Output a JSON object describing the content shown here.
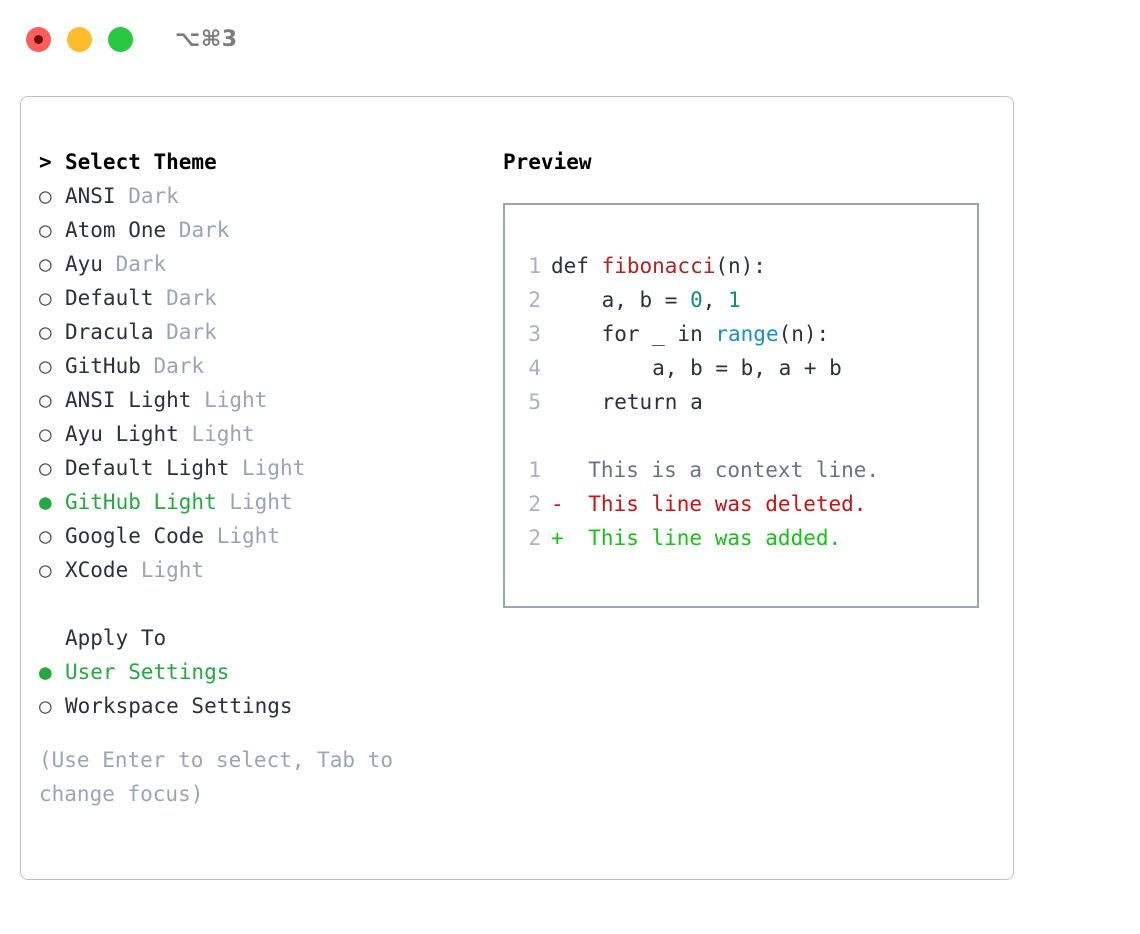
{
  "titlebar": {
    "shortcut": "⌥⌘3",
    "lights": [
      "close-red",
      "minimize-yellow",
      "maximize-green"
    ]
  },
  "theme_picker": {
    "heading": "Select Theme",
    "heading_marker": ">",
    "bullet_selected": "●",
    "bullet_unselected": "○",
    "items": [
      {
        "name": "ANSI",
        "variant": "Dark",
        "selected": false
      },
      {
        "name": "Atom One",
        "variant": "Dark",
        "selected": false
      },
      {
        "name": "Ayu",
        "variant": "Dark",
        "selected": false
      },
      {
        "name": "Default",
        "variant": "Dark",
        "selected": false
      },
      {
        "name": "Dracula",
        "variant": "Dark",
        "selected": false
      },
      {
        "name": "GitHub",
        "variant": "Dark",
        "selected": false
      },
      {
        "name": "ANSI Light",
        "variant": "Light",
        "selected": false
      },
      {
        "name": "Ayu Light",
        "variant": "Light",
        "selected": false
      },
      {
        "name": "Default Light",
        "variant": "Light",
        "selected": false
      },
      {
        "name": "GitHub Light",
        "variant": "Light",
        "selected": true
      },
      {
        "name": "Google Code",
        "variant": "Light",
        "selected": false
      },
      {
        "name": "XCode",
        "variant": "Light",
        "selected": false
      }
    ]
  },
  "apply_to": {
    "title": "Apply To",
    "options": [
      {
        "label": "User Settings",
        "selected": true
      },
      {
        "label": "Workspace Settings",
        "selected": false
      }
    ]
  },
  "hint": "(Use Enter to select, Tab to change focus)",
  "preview": {
    "title": "Preview",
    "code_lines": [
      {
        "number": "1",
        "tokens": [
          {
            "text": "def ",
            "type": "plain"
          },
          {
            "text": "fibonacci",
            "type": "fn"
          },
          {
            "text": "(n):",
            "type": "plain"
          }
        ]
      },
      {
        "number": "2",
        "tokens": [
          {
            "text": "    a, b = ",
            "type": "plain"
          },
          {
            "text": "0",
            "type": "num"
          },
          {
            "text": ", ",
            "type": "plain"
          },
          {
            "text": "1",
            "type": "num"
          }
        ]
      },
      {
        "number": "3",
        "tokens": [
          {
            "text": "    for _ in ",
            "type": "plain"
          },
          {
            "text": "range",
            "type": "builtin"
          },
          {
            "text": "(n):",
            "type": "plain"
          }
        ]
      },
      {
        "number": "4",
        "tokens": [
          {
            "text": "        a, b = b, a + b",
            "type": "plain"
          }
        ]
      },
      {
        "number": "5",
        "tokens": [
          {
            "text": "    return a",
            "type": "plain"
          }
        ]
      }
    ],
    "diff_lines": [
      {
        "number": "1",
        "marker": " ",
        "text": "This is a context line.",
        "kind": "context"
      },
      {
        "number": "2",
        "marker": "-",
        "text": "This line was deleted.",
        "kind": "del"
      },
      {
        "number": "2",
        "marker": "+",
        "text": "This line was added.",
        "kind": "add"
      }
    ]
  },
  "colors": {
    "accent_green": "#22aa3f",
    "muted": "#9aa5b1",
    "text": "#2b303b",
    "diff_add": "#14c414",
    "diff_del": "#cc1111",
    "token_fn": "#b22222",
    "token_num": "#0f8a86",
    "token_builtin": "#1a8fc4"
  }
}
